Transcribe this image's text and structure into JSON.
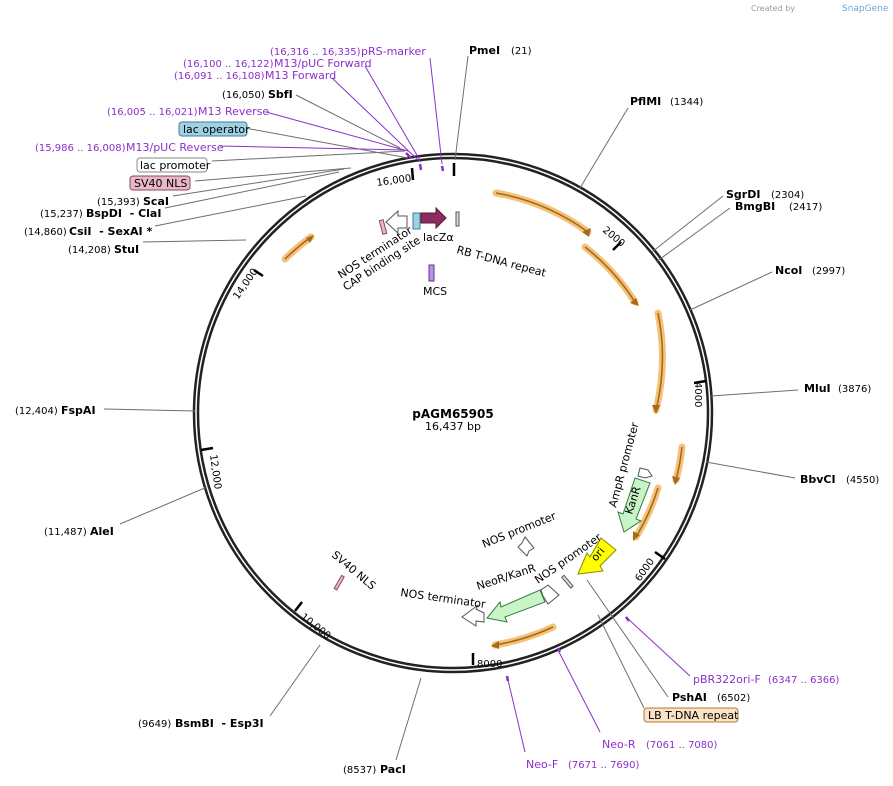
{
  "plasmid": {
    "name": "pAGM65905",
    "length_label": "16,437 bp"
  },
  "credit": {
    "prefix": "Created by",
    "brand": "SnapGene"
  },
  "ticks": [
    {
      "label": "2000",
      "pos": 2000
    },
    {
      "label": "4000",
      "pos": 4000
    },
    {
      "label": "6000",
      "pos": 6000
    },
    {
      "label": "8000",
      "pos": 8000
    },
    {
      "label": "10,000",
      "pos": 10000
    },
    {
      "label": "12,000",
      "pos": 12000
    },
    {
      "label": "14,000",
      "pos": 14000
    },
    {
      "label": "16,000",
      "pos": 16000
    }
  ],
  "sites": [
    {
      "name": "PmeI",
      "pos_label": "(21)"
    },
    {
      "name": "PflMI",
      "pos_label": "(1344)"
    },
    {
      "name": "SgrDI",
      "pos_label": "(2304)"
    },
    {
      "name": "BmgBI",
      "pos_label": "(2417)"
    },
    {
      "name": "NcoI",
      "pos_label": "(2997)"
    },
    {
      "name": "MluI",
      "pos_label": "(3876)"
    },
    {
      "name": "BbvCI",
      "pos_label": "(4550)"
    },
    {
      "name": "PshAI",
      "pos_label": "(6502)"
    },
    {
      "name": "PacI",
      "pos_label": "(8537)"
    },
    {
      "name": "BsmBI  - Esp3I",
      "pos_label": "(9649)"
    },
    {
      "name": "AleI",
      "pos_label": "(11,487)"
    },
    {
      "name": "FspAI",
      "pos_label": "(12,404)"
    },
    {
      "name": "StuI",
      "pos_label": "(14,208)"
    },
    {
      "name": "CsiI  - SexAI *",
      "pos_label": "(14,860)"
    },
    {
      "name": "BspDI  - ClaI",
      "pos_label": "(15,237)"
    },
    {
      "name": "ScaI",
      "pos_label": "(15,393)"
    },
    {
      "name": "SbfI",
      "pos_label": "(16,050)"
    }
  ],
  "primers": [
    {
      "name": "pRS-marker",
      "range": "(16,316 .. 16,335)"
    },
    {
      "name": "M13/pUC Forward",
      "range": "(16,100 .. 16,122)"
    },
    {
      "name": "M13 Forward",
      "range": "(16,091 .. 16,108)"
    },
    {
      "name": "M13 Reverse",
      "range": "(16,005 .. 16,021)"
    },
    {
      "name": "M13/pUC Reverse",
      "range": "(15,986 .. 16,008)"
    },
    {
      "name": "pBR322ori-F",
      "range": "(6347 .. 6366)"
    },
    {
      "name": "Neo-R",
      "range": "(7061 .. 7080)"
    },
    {
      "name": "Neo-F",
      "range": "(7671 .. 7690)"
    }
  ],
  "boxed_labels": [
    {
      "name": "lac operator",
      "fill": "#9fd1e3",
      "stroke": "#3a7f99"
    },
    {
      "name": "lac promoter",
      "fill": "#ffffff",
      "stroke": "#888888"
    },
    {
      "name": "SV40 NLS",
      "fill": "#e8b7c8",
      "stroke": "#8a4a62"
    },
    {
      "name": "LB T-DNA repeat",
      "fill": "#fde3c6",
      "stroke": "#b07a3f"
    }
  ],
  "inner_labels": {
    "lacZa": "lacZα",
    "rb_repeat": "RB T-DNA repeat",
    "nos_term_top": "NOS terminator",
    "cap_site": "CAP binding site",
    "mcs": "MCS",
    "ampr_promoter": "AmpR promoter",
    "kanr": "KanR",
    "ori": "ori",
    "nos_promoter_1": "NOS promoter",
    "nos_promoter_2": "NOS promoter",
    "neor_kanr": "NeoR/KanR",
    "nos_term_bottom": "NOS terminator",
    "sv40_nls_inner": "SV40 NLS"
  },
  "colors": {
    "backbone": "#222222",
    "primer": "#8b2fc9",
    "orange_feature": "#f4c27a",
    "orange_arrow": "#a86a17",
    "lacz": "#8e2a5e",
    "kanr": "#c8f5c8",
    "ori": "#ffff00"
  }
}
